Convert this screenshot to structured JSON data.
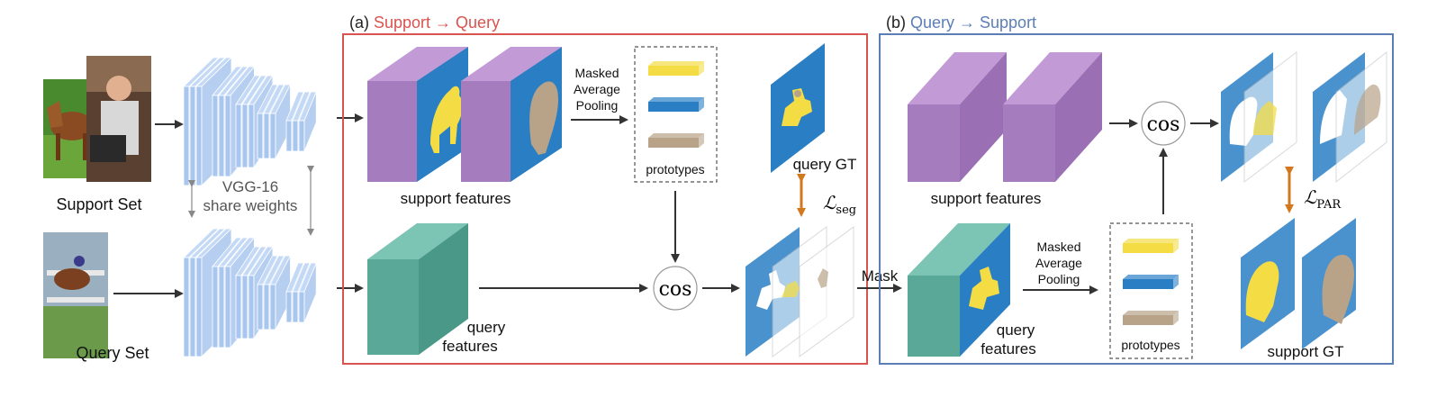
{
  "colors": {
    "panel_a": "#d9534f",
    "panel_b": "#5b7fb5",
    "purple": "#a57cbd",
    "purple_dark": "#7f5b98",
    "purple_top": "#c29ad6",
    "teal": "#5aa898",
    "teal_dark": "#3f8070",
    "teal_top": "#7cc4b4",
    "blue_mask": "#2a7fc4",
    "yellow": "#f4dc45",
    "tan": "#b8a389",
    "vgg": "#a9c7ee",
    "arrow": "#333333",
    "orange": "#d2781f"
  },
  "inputs": {
    "support_label": "Support Set",
    "query_label": "Query Set"
  },
  "backbone": {
    "name": "VGG-16",
    "note": "share weights"
  },
  "panel_a": {
    "prefix": "(a) ",
    "title": "Support → Query",
    "support_features": "support features",
    "map_label": "Masked\nAverage\nPooling",
    "prototypes": "prototypes",
    "query_features_1": "query",
    "query_features_2": "features",
    "cos": "cos",
    "gt_label": "query GT",
    "loss": "ℒ",
    "loss_sub": "seg"
  },
  "mask_label": "Mask",
  "panel_b": {
    "prefix": "(b) ",
    "title": "Query → Support",
    "support_features": "support features",
    "map_label": "Masked\nAverage\nPooling",
    "prototypes": "prototypes",
    "query_features_1": "query",
    "query_features_2": "features",
    "cos": "cos",
    "gt_label": "support GT",
    "loss": "ℒ",
    "loss_sub": "PAR"
  }
}
